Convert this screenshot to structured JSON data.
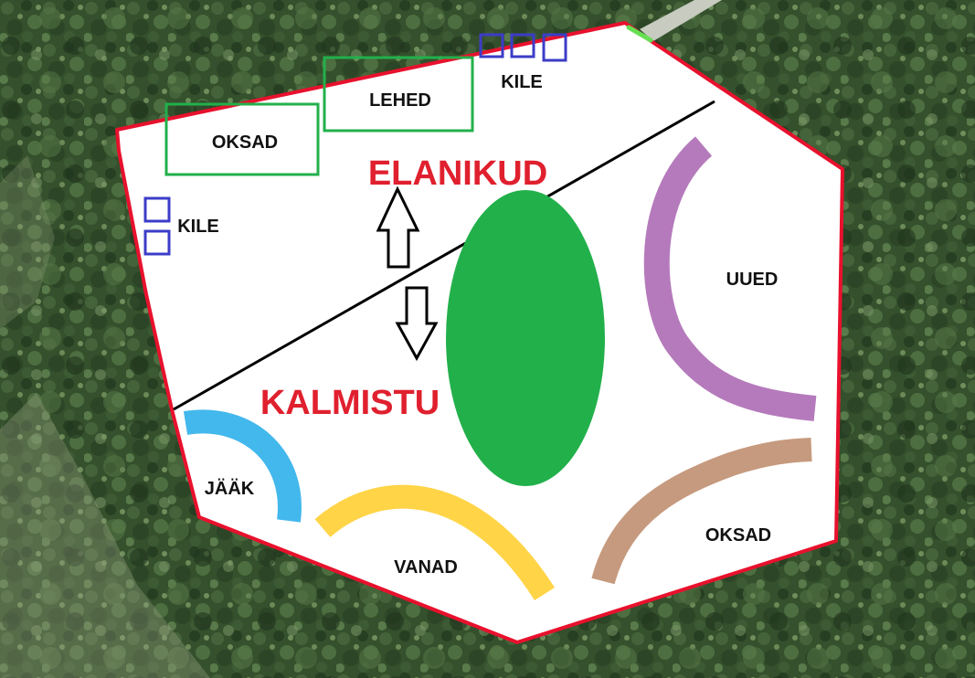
{
  "labels": {
    "elanikud": "ELANIKUD",
    "kalmistu": "KALMISTU",
    "lehed": "LEHED",
    "oksad_top": "OKSAD",
    "kile_top": "KILE",
    "kile_left": "KILE",
    "uued": "UUED",
    "jaak": "JÄÄK",
    "vanad": "VANAD",
    "oksad_bottom": "OKSAD"
  },
  "colors": {
    "boundary": "#e8112d",
    "title": "#e0202e",
    "green_box": "#22b04b",
    "blue_box": "#3c3cc8",
    "uued_stroke": "#b57abc",
    "jaak_stroke": "#43b8ec",
    "vanad_stroke": "#ffd447",
    "oksad_stroke": "#c69a7e",
    "center_ellipse": "#22b04b",
    "forest": "#2f4a28"
  },
  "icons": [
    "arrow-up-icon",
    "arrow-down-icon"
  ]
}
